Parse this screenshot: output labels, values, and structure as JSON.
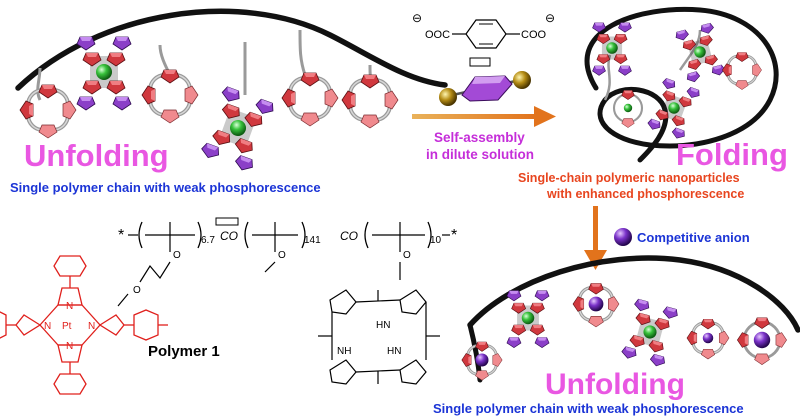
{
  "labels": {
    "unfolding_top": "Unfolding",
    "caption_top": "Single polymer chain with weak phosphorescence",
    "arrow_caption_line1": "Self-assembly",
    "arrow_caption_line2": "in dilute solution",
    "folding": "Folding",
    "folding_caption_line1": "Single-chain polymeric nanoparticles",
    "folding_caption_line2": "with enhanced phosphorescence",
    "competitive_anion": "Competitive anion",
    "unfolding_bottom": "Unfolding",
    "caption_bottom": "Single polymer chain with weak phosphorescence",
    "polymer_name": "Polymer 1"
  },
  "chemistry": {
    "dicarboxylate_left": "OOC",
    "dicarboxylate_right": "COO",
    "charge": "⊖",
    "star": "*",
    "subscript_a": "6.7",
    "subscript_b": "141",
    "subscript_c": "10",
    "co": "CO",
    "o": "O",
    "n": "N",
    "pt": "Pt",
    "nh": "NH",
    "hn": "HN"
  },
  "colors": {
    "magenta": "#e957e2",
    "blue": "#1b34d6",
    "orange_red": "#e8451f",
    "arrow": "#e2731c",
    "porphyrin": "#e0201c",
    "pyrrole_red": "#d0383e",
    "pyrrole_purple": "#8b3fc8",
    "anion_sphere": "#6a2bb0"
  }
}
